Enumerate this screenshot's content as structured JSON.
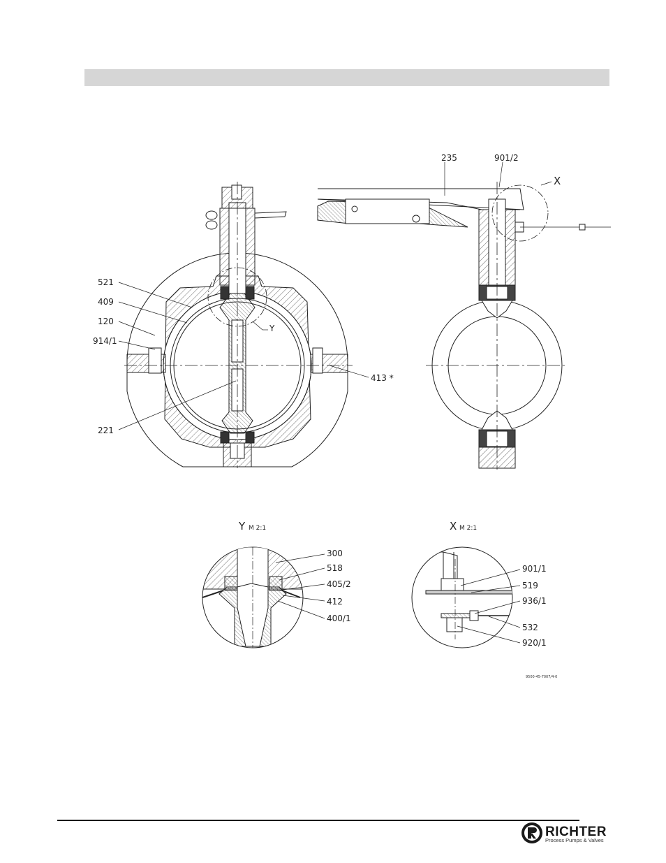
{
  "main_view": {
    "labels": {
      "l521": "521",
      "l409": "409",
      "l120": "120",
      "l914_1": "914/1",
      "l221": "221",
      "l413": "413 *",
      "lY": "Y"
    }
  },
  "side_view": {
    "labels": {
      "l235": "235",
      "l901_2": "901/2",
      "lX": "X"
    }
  },
  "detail_y": {
    "title_letter": "Y",
    "title_scale": "M 2:1",
    "labels": [
      "300",
      "518",
      "405/2",
      "412",
      "400/1"
    ]
  },
  "detail_x": {
    "title_letter": "X",
    "title_scale": "M 2:1",
    "labels": [
      "901/1",
      "519",
      "936/1",
      "532",
      "920/1"
    ]
  },
  "drawing_number": "9500-45-7007/4-0",
  "footer": {
    "logo_name": "RICHTER",
    "logo_tagline": "Process Pumps & Valves"
  },
  "colors": {
    "line": "#222222",
    "header_bar": "#d6d6d6"
  }
}
